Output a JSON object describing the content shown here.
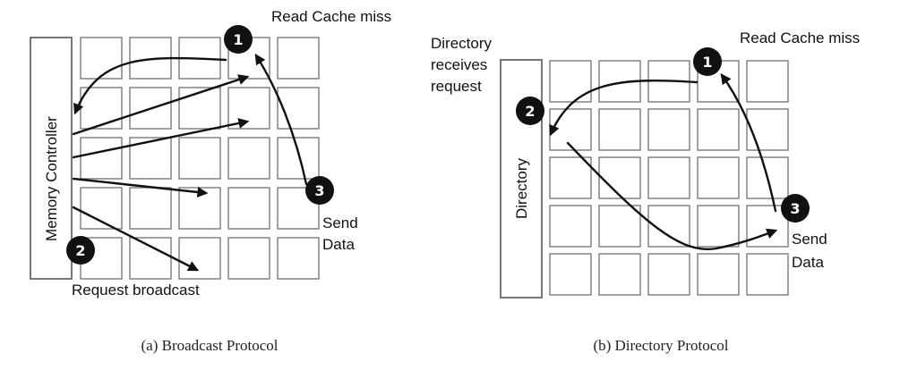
{
  "panel_a": {
    "controller_label": "Memory Controller",
    "top_label": "Read Cache miss",
    "send_label_1": "Send",
    "send_label_2": "Data",
    "bottom_label": "Request broadcast",
    "badges": [
      "1",
      "2",
      "3"
    ],
    "caption": "(a) Broadcast Protocol"
  },
  "panel_b": {
    "directory_label": "Directory",
    "receives_1": "Directory",
    "receives_2": "receives",
    "receives_3": "request",
    "top_label": "Read Cache miss",
    "send_label_1": "Send",
    "send_label_2": "Data",
    "badges": [
      "1",
      "2",
      "3"
    ],
    "caption": "(b) Directory Protocol"
  }
}
